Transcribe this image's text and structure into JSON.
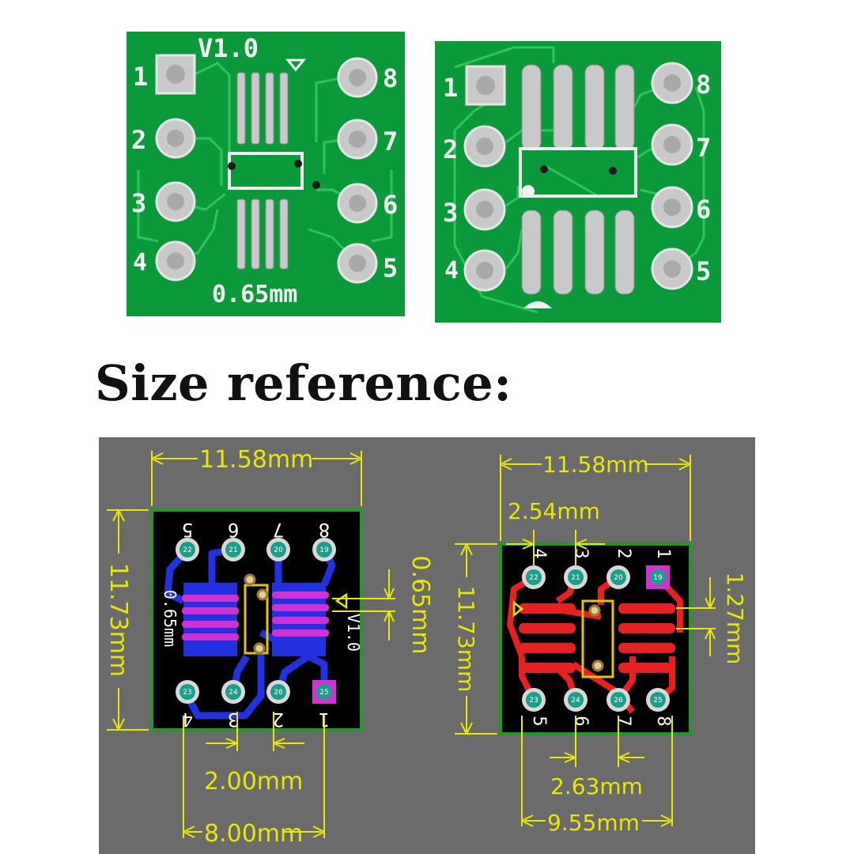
{
  "photo": {
    "board_a": {
      "version": "V1.0",
      "pitch": "0.65mm",
      "left_pins": [
        "1",
        "2",
        "3",
        "4"
      ],
      "right_pins": [
        "8",
        "7",
        "6",
        "5"
      ]
    },
    "board_b": {
      "left_pins": [
        "1",
        "2",
        "3",
        "4"
      ],
      "right_pins": [
        "8",
        "7",
        "6",
        "5"
      ]
    }
  },
  "title": "Size reference:",
  "reference": {
    "left": {
      "width": "11.58mm",
      "height": "11.73mm",
      "pitch": "0.65mm",
      "pad_gap": "2.00mm",
      "row_span": "8.00mm",
      "mirror_label": "0.65mm",
      "mirror_version": "V1.0",
      "top_pins": [
        "5",
        "6",
        "7",
        "8"
      ],
      "top_pad_nums": [
        "22",
        "21",
        "20",
        "19"
      ],
      "bottom_pins": [
        "4",
        "3",
        "2",
        "1"
      ],
      "bottom_pad_nums": [
        "23",
        "24",
        "26",
        "25"
      ]
    },
    "right": {
      "width": "11.58mm",
      "height": "11.73mm",
      "pin_pitch": "2.54mm",
      "smd_pitch": "1.27mm",
      "pad_gap": "2.63mm",
      "row_span": "9.55mm",
      "top_pins": [
        "4",
        "3",
        "2",
        "1"
      ],
      "top_pad_nums": [
        "22",
        "21",
        "20",
        "19"
      ],
      "bottom_pins": [
        "5",
        "6",
        "7",
        "8"
      ],
      "bottom_pad_nums": [
        "23",
        "24",
        "26",
        "25"
      ]
    }
  },
  "colors": {
    "pcb_green": "#0a9a3a",
    "trace_green": "#2ec45a",
    "pad_silver": "#c9c9c9",
    "ref_bg": "#6b6b6b",
    "dim_yellow": "#e8e800",
    "copper_blue": "#2232e0",
    "smd_magenta": "#d230d2",
    "copper_red": "#e82020"
  }
}
